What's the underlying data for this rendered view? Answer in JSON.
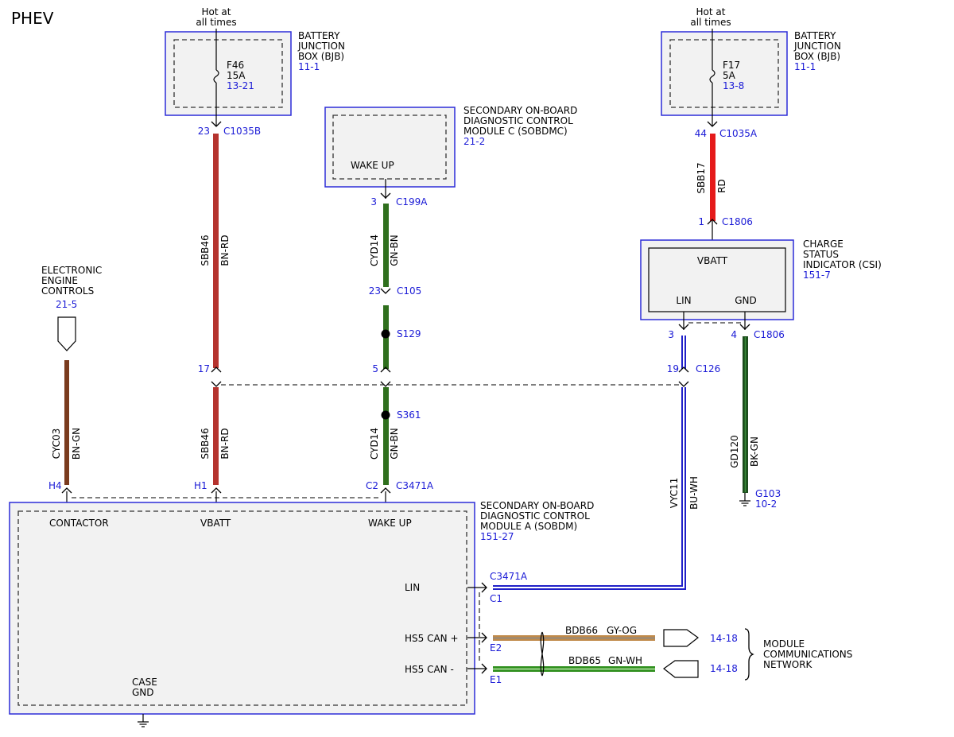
{
  "title": "PHEV",
  "bjb_left": {
    "hot": [
      "Hot at",
      "all times"
    ],
    "name": [
      "BATTERY",
      "JUNCTION",
      "BOX (BJB)"
    ],
    "ref": "11-1",
    "fuse": "F46",
    "amps": "15A",
    "fuse_ref": "13-21",
    "pin": "23",
    "conn": "C1035B"
  },
  "bjb_right": {
    "hot": [
      "Hot at",
      "all times"
    ],
    "name": [
      "BATTERY",
      "JUNCTION",
      "BOX (BJB)"
    ],
    "ref": "11-1",
    "fuse": "F17",
    "amps": "5A",
    "fuse_ref": "13-8",
    "pin": "44",
    "conn": "C1035A"
  },
  "sobdmc": {
    "name": [
      "SECONDARY ON-BOARD",
      "DIAGNOSTIC CONTROL",
      "MODULE C (SOBDMC)"
    ],
    "ref": "21-2",
    "pin_label": "WAKE UP",
    "pin": "3",
    "conn": "C199A"
  },
  "csi": {
    "name": [
      "CHARGE",
      "STATUS",
      "INDICATOR (CSI)"
    ],
    "ref": "151-7",
    "vbatt": "VBATT",
    "lin": "LIN",
    "gnd": "GND",
    "top_pin": "1",
    "top_conn": "C1806",
    "lin_pin": "3",
    "gnd_pin": "4",
    "bottom_conn": "C1806"
  },
  "eec": {
    "name": [
      "ELECTRONIC",
      "ENGINE",
      "CONTROLS"
    ],
    "ref": "21-5"
  },
  "wires": {
    "sbb46_top": {
      "circuit": "SBB46",
      "color": "BN-RD"
    },
    "sbb46_bot": {
      "circuit": "SBB46",
      "color": "BN-RD"
    },
    "cyd14_top": {
      "circuit": "CYD14",
      "color": "GN-BN"
    },
    "cyd14_bot": {
      "circuit": "CYD14",
      "color": "GN-BN"
    },
    "sbb17": {
      "circuit": "SBB17",
      "color": "RD"
    },
    "cyc03": {
      "circuit": "CYC03",
      "color": "BN-GN"
    },
    "vyc11": {
      "circuit": "VYC11",
      "color": "BU-WH"
    },
    "gd120": {
      "circuit": "GD120",
      "color": "BK-GN"
    },
    "bdb66": {
      "circuit": "BDB66",
      "color": "GY-OG"
    },
    "bdb65": {
      "circuit": "BDB65",
      "color": "GN-WH"
    }
  },
  "c126": {
    "pin17": "17",
    "pin5": "5",
    "pin19": "19",
    "conn": "C126"
  },
  "c105": {
    "pin": "23",
    "conn": "C105"
  },
  "splices": {
    "s129": "S129",
    "s361": "S361"
  },
  "ground": {
    "name": "G103",
    "ref": "10-2"
  },
  "sobdm": {
    "name": [
      "SECONDARY ON-BOARD",
      "DIAGNOSTIC CONTROL",
      "MODULE A (SOBDM)"
    ],
    "ref": "151-27",
    "contactor": "CONTACTOR",
    "vbatt": "VBATT",
    "wakeup": "WAKE UP",
    "lin": "LIN",
    "hs5p": "HS5 CAN +",
    "hs5m": "HS5 CAN -",
    "case": [
      "CASE",
      "GND"
    ],
    "pin_h4": "H4",
    "pin_h1": "H1",
    "pin_c2": "C2",
    "conn_top": "C3471A",
    "lin_conn": "C3471A",
    "pin_c1": "C1",
    "pin_e2": "E2",
    "pin_e1": "E1"
  },
  "network": {
    "ref1": "14-18",
    "ref2": "14-18",
    "name": [
      "MODULE",
      "COMMUNICATIONS",
      "NETWORK"
    ]
  },
  "colors": {
    "brown_red": "#b5332e",
    "green": "#2f6f1d",
    "red": "#e51a1a",
    "brown": "#7a3b1e",
    "blue": "#2020c8",
    "dark_green": "#1d4d1d",
    "orange_gray": "#c08a4a"
  }
}
